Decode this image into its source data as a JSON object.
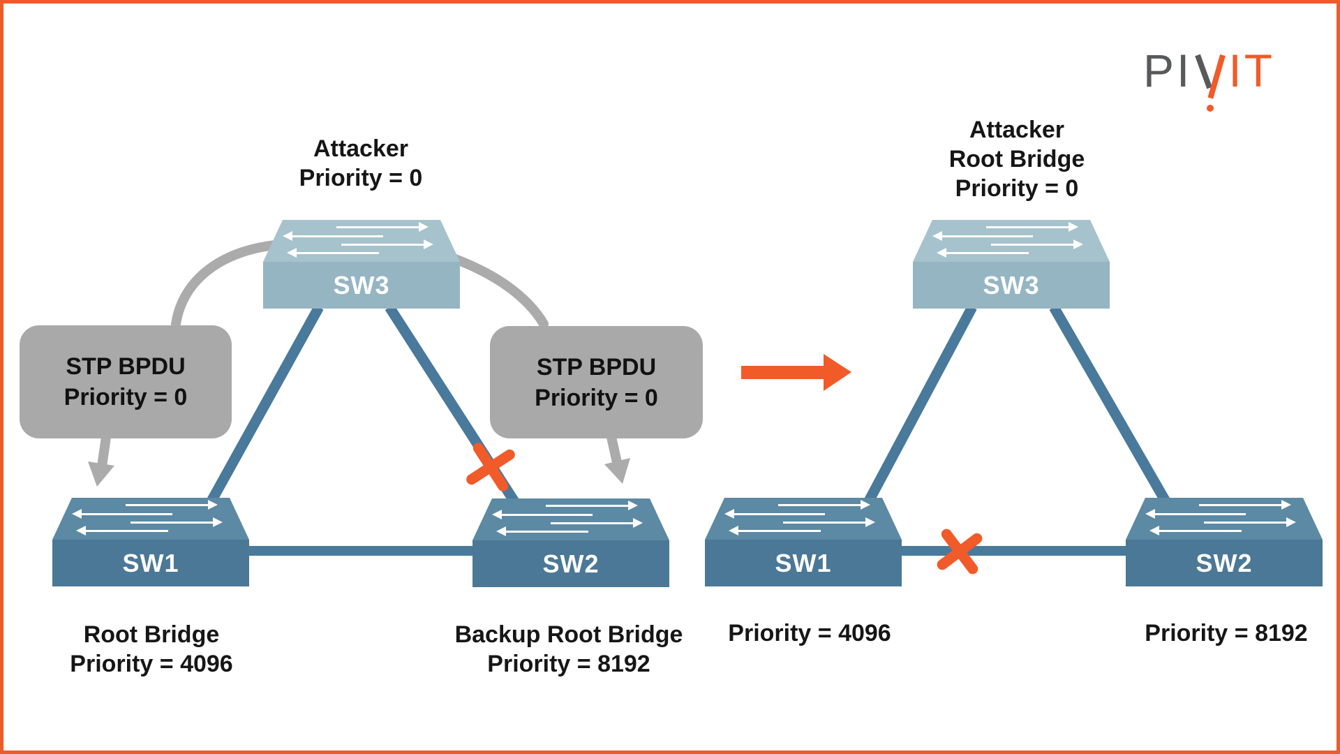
{
  "logo": {
    "text": "PIVIT",
    "gray_letters": "PI",
    "orange_letters": "IT"
  },
  "colors": {
    "accent_orange": "#F15A29",
    "callout_gray": "#A9A9A9",
    "logo_gray": "#58595B",
    "switch_dark_top": "#5C89A4",
    "switch_dark_front": "#4B7896",
    "switch_light_top": "#A6C2CC",
    "switch_light_front": "#95B5C2",
    "link_blue": "#49799B",
    "text_black": "#161616"
  },
  "left_diagram": {
    "attacker_label": {
      "lines": [
        "Attacker",
        "Priority = 0"
      ]
    },
    "switches": {
      "sw3": "SW3",
      "sw1": "SW1",
      "sw2": "SW2"
    },
    "bpdu_box_left": {
      "lines": [
        "STP BPDU",
        "Priority = 0"
      ]
    },
    "bpdu_box_right": {
      "lines": [
        "STP BPDU",
        "Priority = 0"
      ]
    },
    "sw1_label": {
      "lines": [
        "Root Bridge",
        "Priority = 4096"
      ]
    },
    "sw2_label": {
      "lines": [
        "Backup Root Bridge",
        "Priority = 8192"
      ]
    }
  },
  "right_diagram": {
    "attacker_label": {
      "lines": [
        "Attacker",
        "Root Bridge",
        "Priority = 0"
      ]
    },
    "switches": {
      "sw3": "SW3",
      "sw1": "SW1",
      "sw2": "SW2"
    },
    "sw1_label": "Priority = 4096",
    "sw2_label": "Priority = 8192"
  }
}
